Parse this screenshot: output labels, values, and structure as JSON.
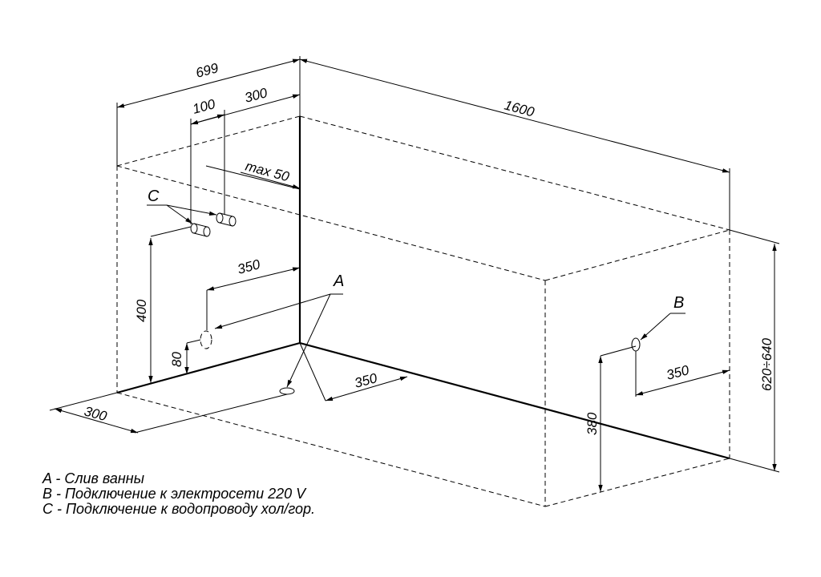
{
  "dimensions": {
    "width_699": "699",
    "length_1600": "1600",
    "offset_300_top": "300",
    "offset_100": "100",
    "max_50": "max  50",
    "height_400": "400",
    "offset_350_wall": "350",
    "height_80": "80",
    "offset_300_floor": "300",
    "offset_350_floor": "350",
    "offset_350_right": "350",
    "height_380": "380",
    "height_620_640": "620÷640"
  },
  "markers": {
    "a": "A",
    "b": "B",
    "c": "C"
  },
  "legend": [
    "A - Слив ванны",
    "B - Подключение к электросети 220 V",
    "C - Подключение к водопроводу хол/гор."
  ]
}
